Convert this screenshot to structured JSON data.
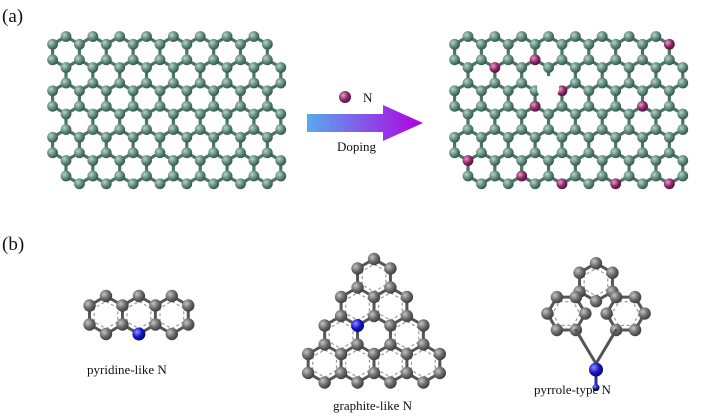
{
  "panel_a": {
    "label": "(a)",
    "legend_label": "N",
    "arrow_label": "Doping"
  },
  "panel_b": {
    "label": "(b)",
    "structures": [
      {
        "name": "pyridine",
        "caption": "pyridine-like N"
      },
      {
        "name": "graphite",
        "caption": "graphite-like  N"
      },
      {
        "name": "pyrrole",
        "caption": "pyrrole-type N"
      }
    ]
  },
  "colors": {
    "carbon_a": "#5f8a7c",
    "carbon_a_dark": "#2f5248",
    "bond_a": "#4d7368",
    "nitrogen_a": "#8e2a68",
    "carbon_b": "#6b6b6b",
    "carbon_b_dark": "#3a3a3a",
    "bond_b": "#555555",
    "nitrogen_b": "#1515c8",
    "arrow_start": "#5aa9ef",
    "arrow_end": "#b000e0"
  }
}
